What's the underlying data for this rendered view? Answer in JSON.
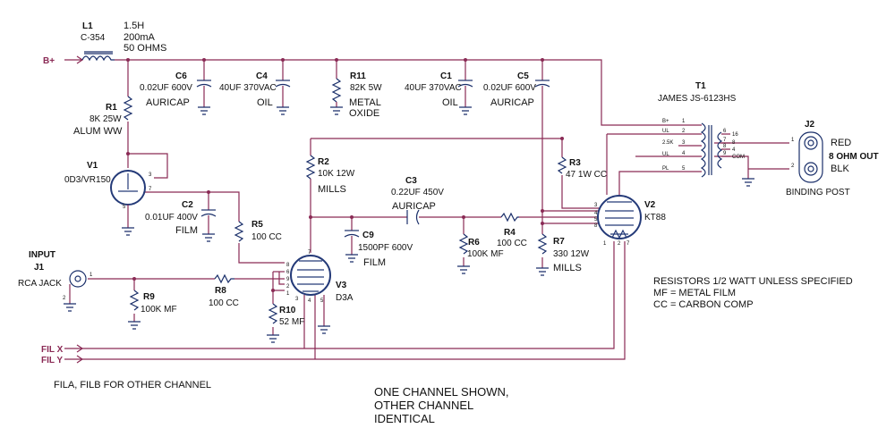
{
  "rails": {
    "bplus": "B+",
    "filx": "FIL X",
    "fily": "FIL Y"
  },
  "l1": {
    "ref": "L1",
    "part": "C-354",
    "value1": "1.5H",
    "value2": "200mA",
    "value3": "50 OHMS"
  },
  "r1": {
    "ref": "R1",
    "value": "8K 25W",
    "type": "ALUM WW"
  },
  "c6": {
    "ref": "C6",
    "value": "0.02UF 600V",
    "type": "AURICAP"
  },
  "c4": {
    "ref": "C4",
    "value": "40UF 370VAC",
    "type": "OIL"
  },
  "r11": {
    "ref": "R11",
    "value": "82K 5W",
    "type1": "METAL",
    "type2": "OXIDE"
  },
  "c1": {
    "ref": "C1",
    "value": "40UF 370VAC",
    "type": "OIL"
  },
  "c5": {
    "ref": "C5",
    "value": "0.02UF 600V",
    "type": "AURICAP"
  },
  "t1": {
    "ref": "T1",
    "part": "JAMES JS-6123HS",
    "pins": [
      "1",
      "2",
      "3",
      "4",
      "5",
      "6",
      "7",
      "8",
      "9"
    ],
    "taps": [
      "B+",
      "UL",
      "2.5K",
      "UL",
      "PL"
    ],
    "sec": [
      "16",
      "8",
      "4",
      "COM"
    ]
  },
  "j2": {
    "ref": "J2",
    "pin1": "1",
    "pin2": "2",
    "red": "RED",
    "out": "8 OHM OUT",
    "blk": "BLK",
    "type": "BINDING POST"
  },
  "v1": {
    "ref": "V1",
    "part": "0D3/VR150",
    "pin3": "3",
    "pin7": "7",
    "pin5": "5"
  },
  "c2": {
    "ref": "C2",
    "value": "0.01UF 400V",
    "type": "FILM"
  },
  "r5": {
    "ref": "R5",
    "value": "100 CC"
  },
  "r2": {
    "ref": "R2",
    "value": "10K 12W",
    "type": "MILLS"
  },
  "c3": {
    "ref": "C3",
    "value": "0.22UF 450V",
    "type": "AURICAP"
  },
  "c9": {
    "ref": "C9",
    "value": "1500PF 600V",
    "type": "FILM"
  },
  "r6": {
    "ref": "R6",
    "value": "100K MF"
  },
  "r4": {
    "ref": "R4",
    "value": "100 CC"
  },
  "r3": {
    "ref": "R3",
    "value": "47 1W CC"
  },
  "r7": {
    "ref": "R7",
    "value": "330 12W",
    "type": "MILLS"
  },
  "v2": {
    "ref": "V2",
    "part": "KT88",
    "pins": [
      "3",
      "4",
      "5",
      "8",
      "1",
      "2",
      "7"
    ]
  },
  "v3": {
    "ref": "V3",
    "part": "D3A",
    "pins": [
      "8",
      "6",
      "9",
      "2",
      "1",
      "3",
      "7",
      "4",
      "5"
    ]
  },
  "input": {
    "label": "INPUT",
    "ref": "J1",
    "type": "RCA JACK",
    "pin1": "1",
    "pin2": "2"
  },
  "r9": {
    "ref": "R9",
    "value": "100K MF"
  },
  "r8": {
    "ref": "R8",
    "value": "100 CC"
  },
  "r10": {
    "ref": "R10",
    "value": "52 MF"
  },
  "notes": {
    "line1": "RESISTORS 1/2 WATT UNLESS SPECIFIED",
    "line2": "MF = METAL FILM",
    "line3": "CC = CARBON COMP"
  },
  "footer": {
    "fila": "FILA, FILB FOR OTHER CHANNEL",
    "line1": "ONE CHANNEL SHOWN,",
    "line2": "OTHER CHANNEL",
    "line3": "IDENTICAL"
  }
}
